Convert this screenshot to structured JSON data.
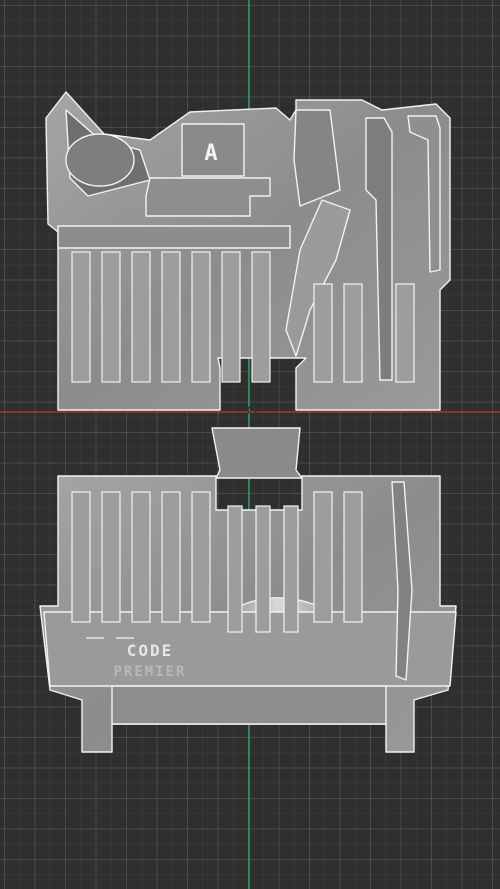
{
  "scene": {
    "background_color": "#2f2f2f",
    "grid_color": "#5a5a5a",
    "axis_x_color": "#c0392b",
    "axis_y_color": "#27ae60",
    "part_fill": "#8f8f8f",
    "part_edge": "#f2f2f2"
  },
  "top_part": {
    "emblem_text": "A"
  },
  "bottom_part": {
    "emboss_text": "CODE",
    "emboss_text_partial": "PREMIER"
  }
}
